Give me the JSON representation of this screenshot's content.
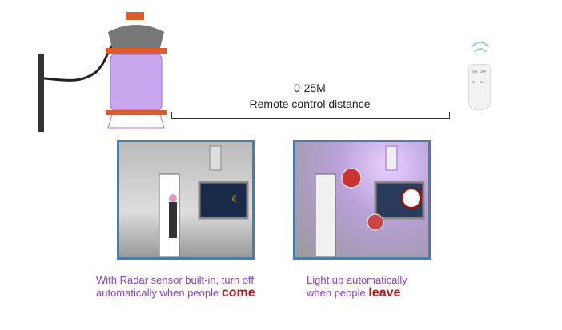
{
  "distance": {
    "range": "0-25M",
    "label": "Remote control distance"
  },
  "captions": {
    "left": {
      "line1": "With Radar sensor built-in, turn off",
      "line2": "automatically when people",
      "emphasis": "come"
    },
    "right": {
      "line1": "Light up automatically",
      "line2": "when people",
      "emphasis": "leave"
    }
  },
  "remote": {
    "buttons": [
      "ON",
      "OFF",
      "3H",
      "6H"
    ]
  },
  "colors": {
    "caption": "#8a3fc4",
    "emphasis": "#b01818",
    "frame": "#4a7da8",
    "uv": "#a05ae0"
  }
}
